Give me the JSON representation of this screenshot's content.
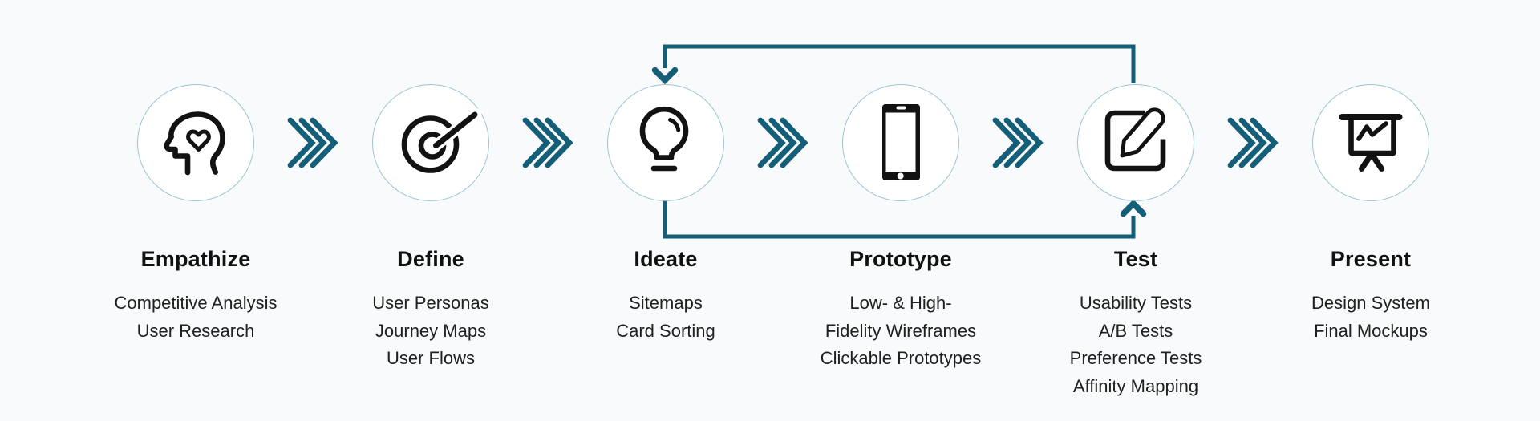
{
  "process": {
    "stages": [
      {
        "label": "Empathize",
        "icon": "head-with-heart",
        "items": [
          "Competitive Analysis",
          "User Research"
        ]
      },
      {
        "label": "Define",
        "icon": "target-with-dart",
        "items": [
          "User Personas",
          "Journey Maps",
          "User Flows"
        ]
      },
      {
        "label": "Ideate",
        "icon": "lightbulb",
        "items": [
          "Sitemaps",
          "Card Sorting"
        ]
      },
      {
        "label": "Prototype",
        "icon": "smartphone",
        "items": [
          "Low- & High-",
          "Fidelity Wireframes",
          "Clickable Prototypes"
        ]
      },
      {
        "label": "Test",
        "icon": "edit-square-pencil",
        "items": [
          "Usability Tests",
          "A/B Tests",
          "Preference Tests",
          "Affinity Mapping"
        ]
      },
      {
        "label": "Present",
        "icon": "presentation-board-chart",
        "items": [
          "Design System",
          "Final Mockups"
        ]
      }
    ],
    "connector_icon": "triple-chevron-right",
    "iteration_loop": {
      "top_arrow_from": "Test",
      "top_arrow_to": "Ideate",
      "bottom_arrow_from": "Ideate",
      "bottom_arrow_to": "Test"
    }
  },
  "colors": {
    "background": "#f8fafb",
    "accent": "#145e78",
    "circle_border": "#9cc4d3",
    "icon_ink": "#121212",
    "heading_text": "#111111",
    "body_text": "#202020"
  }
}
